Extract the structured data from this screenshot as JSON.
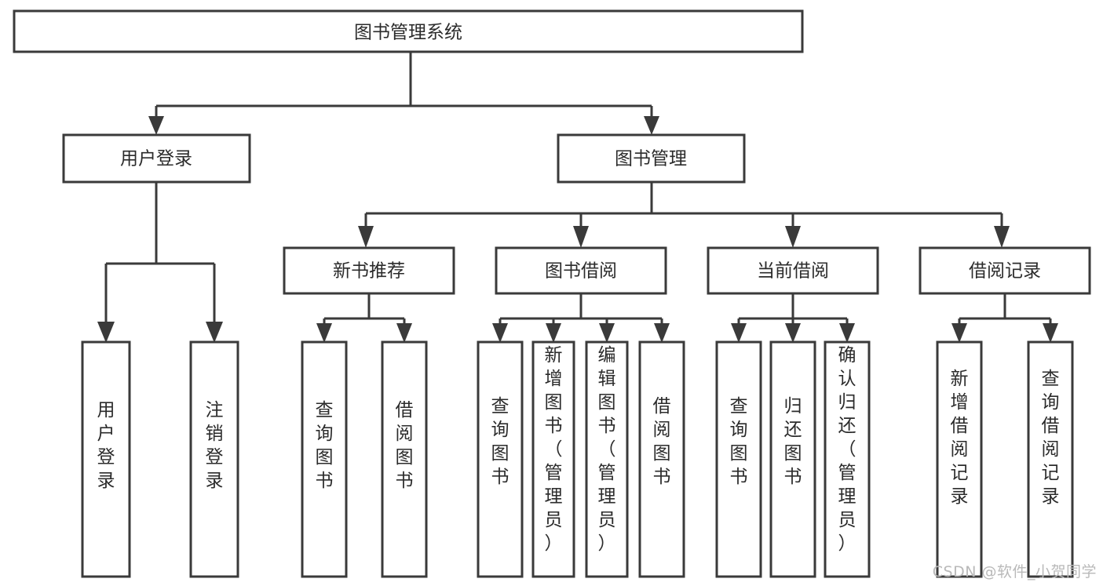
{
  "diagram": {
    "title": "图书管理系统",
    "type": "tree-hierarchy-diagram",
    "watermark": "CSDN @软件_小贺同学",
    "colors": {
      "stroke": "#3a3a3a",
      "box_fill": "#ffffff",
      "text": "#2b2b2b",
      "background": "#ffffff",
      "watermark": "#b9b9b9"
    },
    "root": {
      "label": "图书管理系统",
      "orientation": "horizontal"
    },
    "level2": [
      {
        "label": "用户登录",
        "orientation": "horizontal"
      },
      {
        "label": "图书管理",
        "orientation": "horizontal"
      }
    ],
    "level3": [
      {
        "label": "新书推荐",
        "orientation": "horizontal"
      },
      {
        "label": "图书借阅",
        "orientation": "horizontal"
      },
      {
        "label": "当前借阅",
        "orientation": "horizontal"
      },
      {
        "label": "借阅记录",
        "orientation": "horizontal"
      }
    ],
    "leaves": {
      "user_login": [
        {
          "label": "用户登录",
          "orientation": "vertical"
        },
        {
          "label": "注销登录",
          "orientation": "vertical"
        }
      ],
      "new_book_recommend": [
        {
          "label": "查询图书",
          "orientation": "vertical"
        },
        {
          "label": "借阅图书",
          "orientation": "vertical"
        }
      ],
      "book_borrow": [
        {
          "label": "查询图书",
          "orientation": "vertical"
        },
        {
          "label": "新增图书（管理员）",
          "orientation": "vertical"
        },
        {
          "label": "编辑图书（管理员）",
          "orientation": "vertical"
        },
        {
          "label": "借阅图书",
          "orientation": "vertical"
        }
      ],
      "current_borrow": [
        {
          "label": "查询图书",
          "orientation": "vertical"
        },
        {
          "label": "归还图书",
          "orientation": "vertical"
        },
        {
          "label": "确认归还（管理员）",
          "orientation": "vertical"
        }
      ],
      "borrow_record": [
        {
          "label": "新增借阅记录",
          "orientation": "vertical"
        },
        {
          "label": "查询借阅记录",
          "orientation": "vertical"
        }
      ]
    }
  }
}
